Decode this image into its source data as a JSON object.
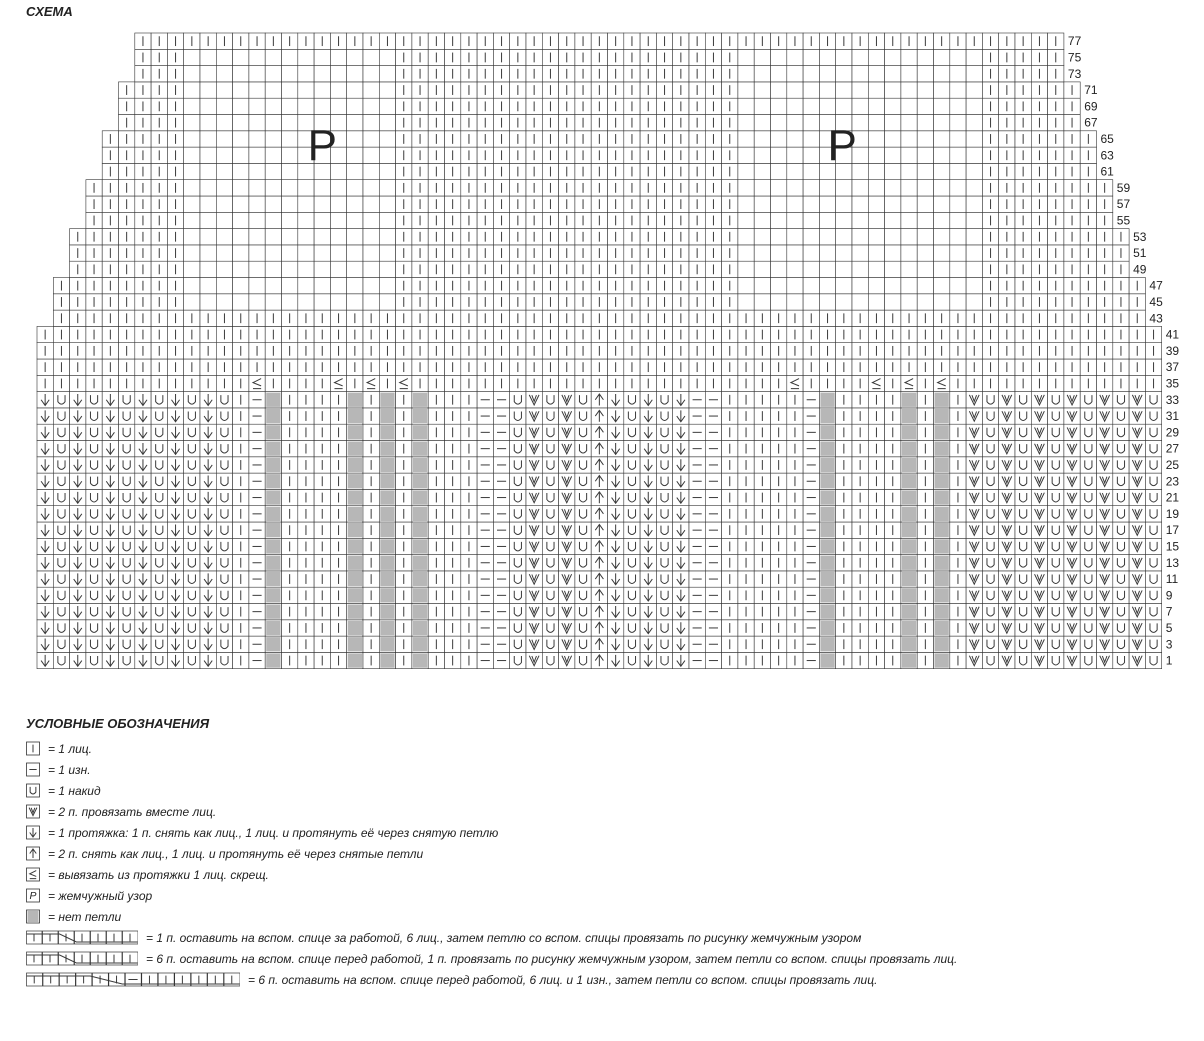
{
  "title": "СХЕМА",
  "row_numbers": [
    "77",
    "75",
    "73",
    "71",
    "69",
    "67",
    "65",
    "63",
    "61",
    "59",
    "57",
    "55",
    "53",
    "51",
    "49",
    "47",
    "45",
    "43",
    "41",
    "39",
    "37",
    "35",
    "33",
    "31",
    "29",
    "27",
    "25",
    "23",
    "21",
    "19",
    "17",
    "15",
    "13",
    "11",
    "9",
    "7",
    "5",
    "3",
    "1"
  ],
  "region_labels": [
    "P",
    "P"
  ],
  "colors": {
    "grid": "#333333",
    "line": "#3a3a3a",
    "gray": "#b7b7b7",
    "text": "#222222"
  },
  "symbols": {
    "knit": "knit-icon",
    "purl": "purl-icon",
    "yo": "yarn-over-icon",
    "k2tog": "k2tog-icon",
    "slip1": "slip-knit-pass-icon",
    "slip2": "double-slip-icon",
    "cross": "cross-icon",
    "pearl": "pearl-pattern-icon",
    "noloop": "no-stitch-icon"
  },
  "legend": {
    "title": "УСЛОВНЫЕ ОБОЗНАЧЕНИЯ",
    "items": [
      {
        "symbol": "knit",
        "text": "= 1 лиц."
      },
      {
        "symbol": "purl",
        "text": "= 1 изн."
      },
      {
        "symbol": "yo",
        "text": "= 1 накид"
      },
      {
        "symbol": "k2tog",
        "text": "= 2 п. провязать вместе лиц."
      },
      {
        "symbol": "slip1",
        "text": "= 1 протяжка: 1 п. снять как лиц., 1 лиц. и протянуть её через снятую петлю"
      },
      {
        "symbol": "slip2",
        "text": "= 2 п. снять как лиц., 1 лиц. и протянуть её через снятые петли"
      },
      {
        "symbol": "cross",
        "text": "= вывязать из протяжки 1 лиц. скрещ."
      },
      {
        "symbol": "pearl",
        "text": "= жемчужный узор"
      },
      {
        "symbol": "noloop",
        "text": "= нет петли"
      },
      {
        "symbol": "cable1",
        "text": "= 1 п. оставить на вспом. спице за работой, 6 лиц., затем петлю со вспом. спицы провязать по рисунку жемчужным узором"
      },
      {
        "symbol": "cable2",
        "text": "= 6 п. оставить на вспом. спице перед работой, 1 п. провязать по рисунку жемчужным узором, затем петли со вспом. спицы провязать лиц."
      },
      {
        "symbol": "cable3",
        "text": "= 6 п. оставить на вспом. спице перед работой, 6 лиц. и 1 изн., затем петли со вспом. спицы провязать лиц."
      }
    ]
  }
}
